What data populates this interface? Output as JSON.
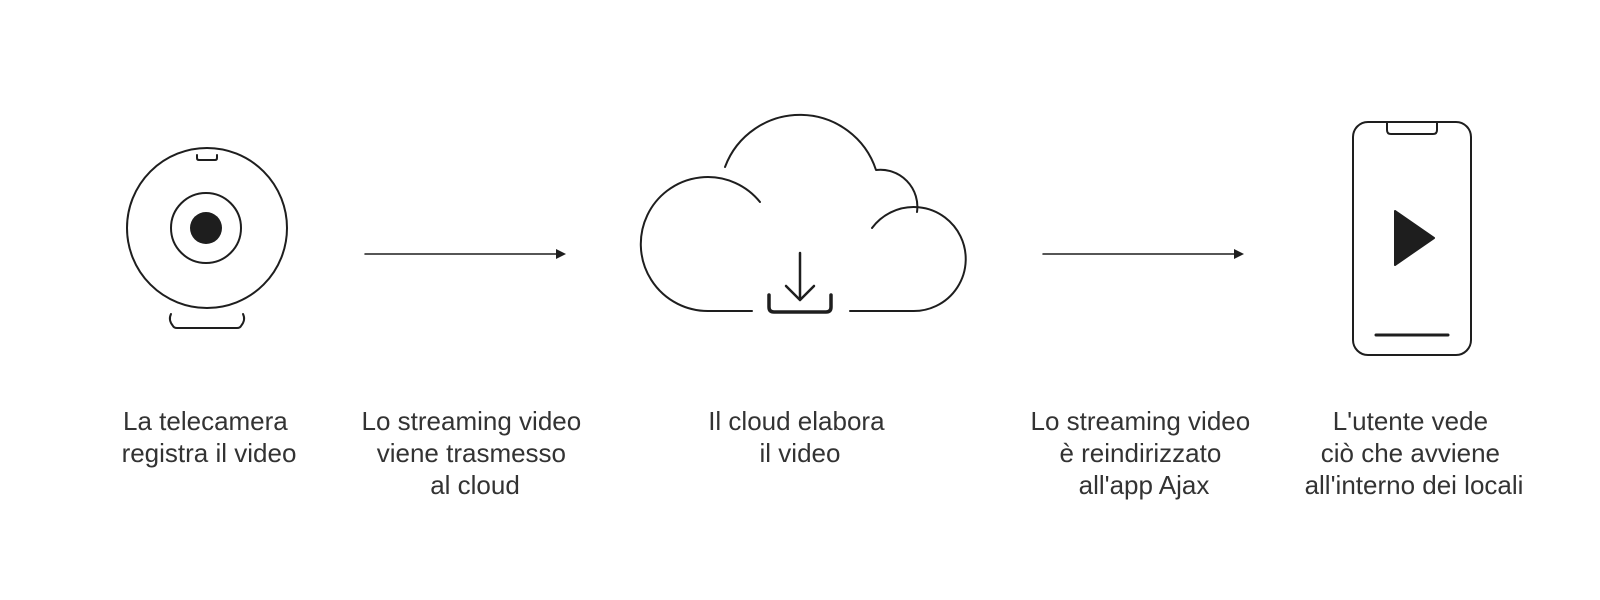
{
  "steps": [
    {
      "icon": "camera-icon",
      "lines": [
        "La telecamera",
        "registra il video"
      ]
    },
    {
      "icon": "arrow-right-icon",
      "lines": [
        "Lo streaming video",
        "viene trasmesso",
        "al cloud"
      ]
    },
    {
      "icon": "cloud-download-icon",
      "lines": [
        "Il cloud elabora",
        "il video"
      ]
    },
    {
      "icon": "arrow-right-icon",
      "lines": [
        "Lo streaming video",
        "è reindirizzato",
        "all'app Ajax"
      ]
    },
    {
      "icon": "phone-play-icon",
      "lines": [
        "L'utente vede",
        "ciò che avviene",
        "all'interno dei locali"
      ]
    }
  ],
  "colors": {
    "stroke": "#1e1e1e",
    "text": "#333333"
  }
}
